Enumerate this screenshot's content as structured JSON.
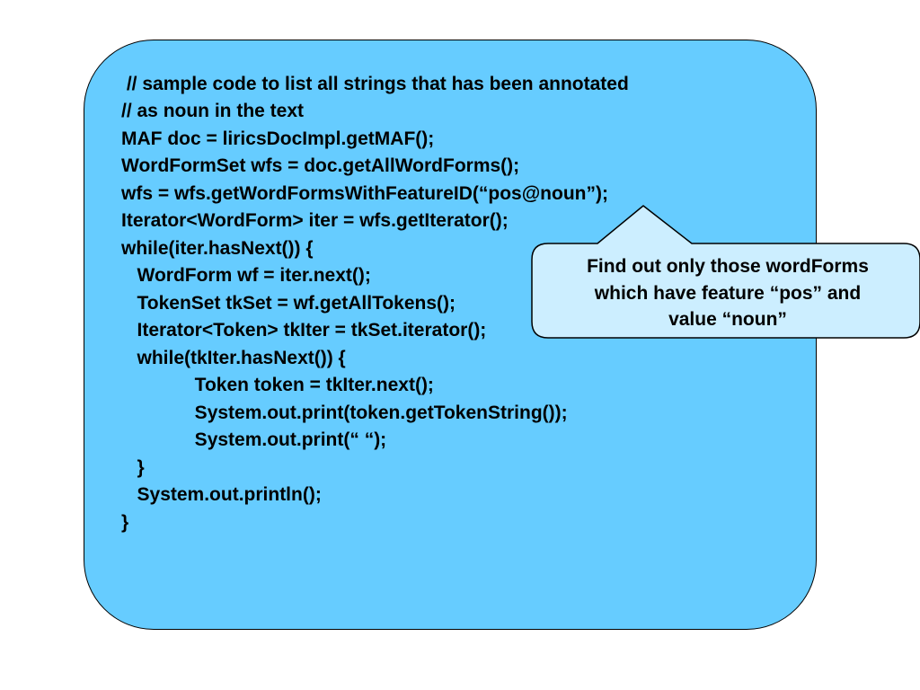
{
  "code": {
    "lines": [
      " // sample code to list all strings that has been annotated",
      "// as noun in the text",
      "MAF doc = liricsDocImpl.getMAF();",
      "WordFormSet wfs = doc.getAllWordForms();",
      "wfs = wfs.getWordFormsWithFeatureID(“pos@noun”);",
      "Iterator<WordForm> iter = wfs.getIterator();",
      "while(iter.hasNext()) {",
      "   WordForm wf = iter.next();",
      "   TokenSet tkSet = wf.getAllTokens();",
      "   Iterator<Token> tkIter = tkSet.iterator();",
      "   while(tkIter.hasNext()) {",
      "              Token token = tkIter.next();",
      "              System.out.print(token.getTokenString());",
      "              System.out.print(“ “);",
      "   }",
      "   System.out.println();",
      "}"
    ]
  },
  "callout": {
    "lines": [
      "Find out only those wordForms",
      "which have feature “pos” and",
      "value “noun”"
    ]
  },
  "colors": {
    "code_box_fill": "#66ccff",
    "callout_fill": "#cceeff",
    "outline": "#000000"
  }
}
